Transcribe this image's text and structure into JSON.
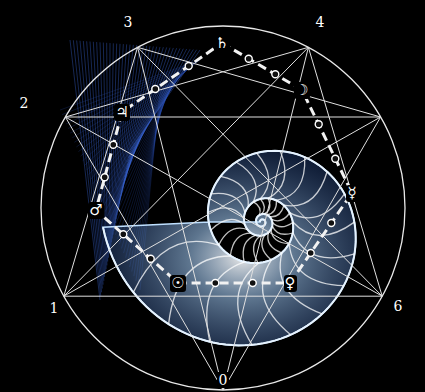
{
  "diagram": {
    "labels": [
      "3",
      "4",
      "2",
      "1",
      "0",
      "6",
      "♄",
      "☽",
      "☿",
      "♀",
      "☉",
      "♂",
      "♃"
    ]
  }
}
